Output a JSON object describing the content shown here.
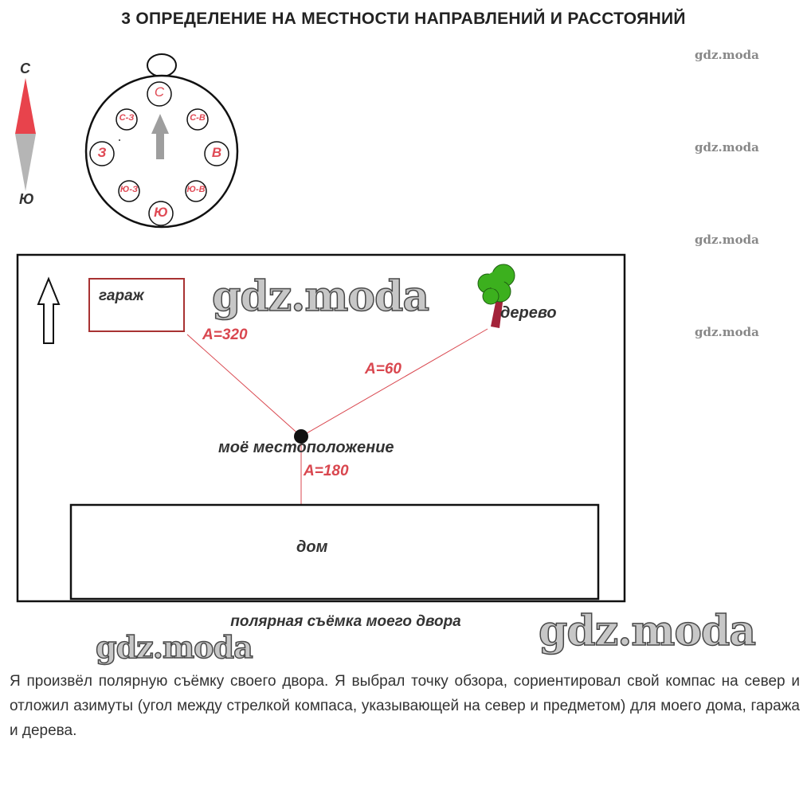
{
  "title": "3 ОПРЕДЕЛЕНИЕ НА МЕСТНОСТИ НАПРАВЛЕНИЙ И РАССТОЯНИЙ",
  "watermark": "gdz.moda",
  "compass_needle": {
    "north": "С",
    "south": "Ю",
    "north_color": "#e8434c",
    "south_color": "#b5b5b5"
  },
  "compass_dial": {
    "N": "С",
    "NE": "С-В",
    "E": "В",
    "SE": "Ю-В",
    "S": "Ю",
    "SW": "Ю-З",
    "W": "З",
    "NW": "С-З",
    "label_color": "#e04a55"
  },
  "map": {
    "garage": "гараж",
    "tree": "дерево",
    "position": "моё местоположение",
    "house": "дом",
    "azimuths": {
      "garage": "А=320",
      "tree": "А=60",
      "house": "А=180"
    },
    "azimuth_color": "#d9474f",
    "garage_color": "#a83232",
    "tree_crown_color": "#3cb01e",
    "tree_trunk_color": "#a3233a"
  },
  "caption": "полярная съёмка моего двора",
  "paragraph": "Я произвёл полярную съёмку своего двора. Я выбрал точку обзора, сориентировал свой компас на север и отложил азимуты (угол между стрелкой компаса, указывающей на север и предметом) для моего дома, гаража и дерева."
}
